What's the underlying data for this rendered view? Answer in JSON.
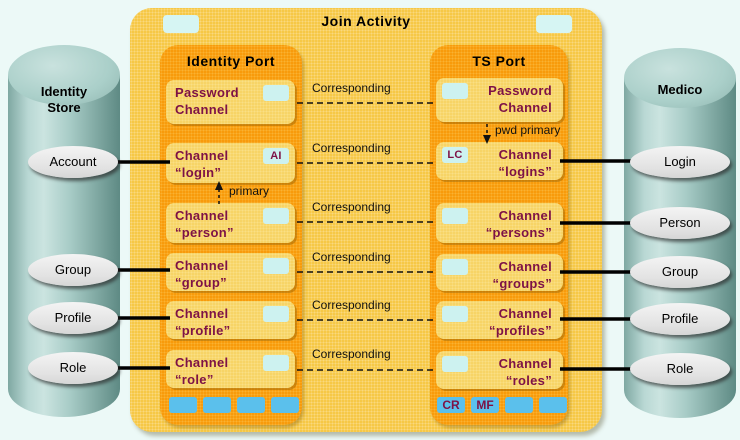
{
  "join_activity": {
    "title": "Join Activity"
  },
  "identity_store": {
    "name": "Identity Store",
    "entities": [
      "Account",
      "Group",
      "Profile",
      "Role"
    ]
  },
  "medico": {
    "name": "Medico",
    "entities": [
      "Login",
      "Person",
      "Group",
      "Profile",
      "Role"
    ]
  },
  "identity_port": {
    "title": "Identity Port",
    "channels": [
      {
        "line1": "Password",
        "line2": "Channel",
        "badge": ""
      },
      {
        "line1": "Channel",
        "line2": "“login”",
        "badge": "AI"
      },
      {
        "line1": "Channel",
        "line2": "“person”",
        "badge": ""
      },
      {
        "line1": "Channel",
        "line2": "“group”",
        "badge": ""
      },
      {
        "line1": "Channel",
        "line2": "“profile”",
        "badge": ""
      },
      {
        "line1": "Channel",
        "line2": "“role”",
        "badge": ""
      }
    ],
    "footer_badges": [
      "",
      "",
      "",
      ""
    ]
  },
  "ts_port": {
    "title": "TS Port",
    "channels": [
      {
        "line1": "Password",
        "line2": "Channel",
        "badge": ""
      },
      {
        "line1": "Channel",
        "line2": "“logins”",
        "badge": "LC"
      },
      {
        "line1": "Channel",
        "line2": "“persons”",
        "badge": ""
      },
      {
        "line1": "Channel",
        "line2": "“groups”",
        "badge": ""
      },
      {
        "line1": "Channel",
        "line2": "“profiles”",
        "badge": ""
      },
      {
        "line1": "Channel",
        "line2": "“roles”",
        "badge": ""
      }
    ],
    "footer_badges": [
      "CR",
      "MF",
      "",
      ""
    ]
  },
  "labels": {
    "corresponding": "Corresponding",
    "primary": "primary",
    "pwd_primary": "pwd primary"
  },
  "colors": {
    "page_bg": "#ECF9F7",
    "activity_fill": "#F6C846",
    "port_fill": "#F89B0B",
    "channel_fill": "#F7D466",
    "channel_text": "#7D1246",
    "badge_fill": "#CDF2F0",
    "footer_square_fill": "#5BC0EC",
    "cylinder_light": "#CBE4E0",
    "cylinder_dark": "#5E8A84",
    "entity_fill": "#E8E8E8",
    "line_color": "#000000"
  }
}
